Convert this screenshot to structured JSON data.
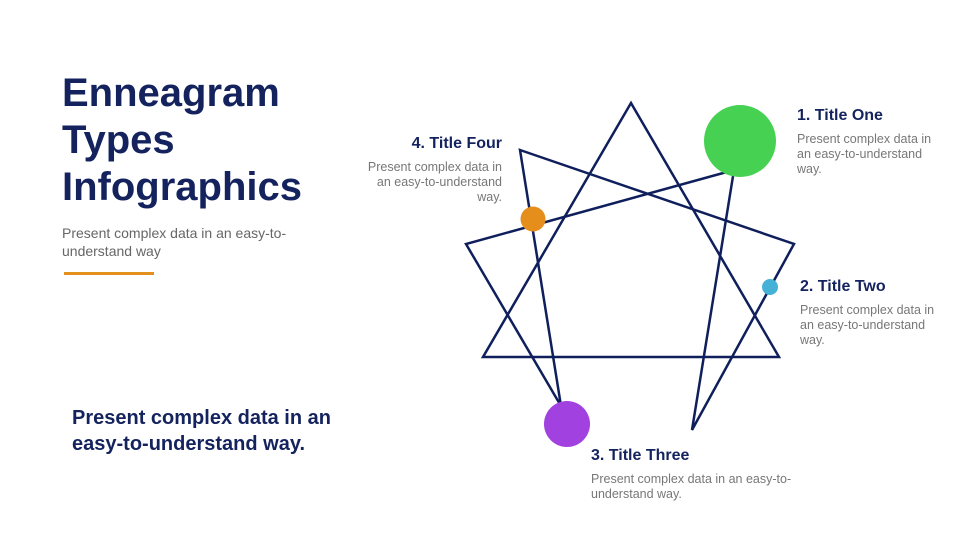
{
  "header": {
    "title_lines": [
      "Enneagram",
      "Types",
      "Infographics"
    ],
    "subtitle": "Present complex data in an easy-to-understand way"
  },
  "callout": "Present complex data in an easy-to-understand way.",
  "items": [
    {
      "title": "1. Title One",
      "desc": "Present complex data in an easy-to-understand way.",
      "color": "#47d153"
    },
    {
      "title": "2. Title Two",
      "desc": "Present complex data in an easy-to-understand way.",
      "color": "#46b1d6"
    },
    {
      "title": "3. Title Three",
      "desc": "Present complex data in an easy-to-understand way.",
      "color": "#a142e0"
    },
    {
      "title": "4. Title Four",
      "desc": "Present complex data in an easy-to-understand way.",
      "color": "#e58e1b"
    }
  ],
  "colors": {
    "line": "#0f1f5c",
    "accent": "#e3901f"
  }
}
